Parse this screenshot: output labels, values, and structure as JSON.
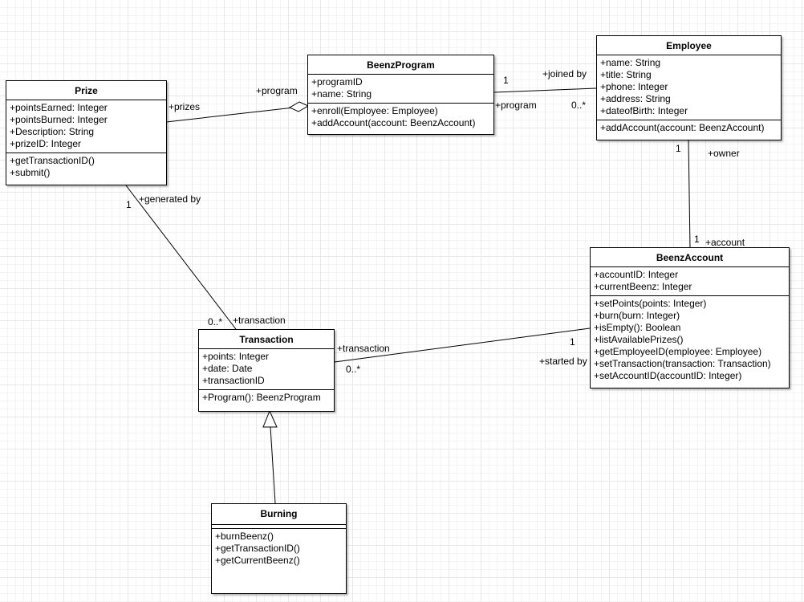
{
  "classes": {
    "beenz_program": {
      "name": "BeenzProgram",
      "attributes": [
        "+programID",
        "+name: String"
      ],
      "operations": [
        "+enroll(Employee: Employee)",
        "+addAccount(account: BeenzAccount)"
      ]
    },
    "employee": {
      "name": "Employee",
      "attributes": [
        "+name: String",
        "+title: String",
        "+phone: Integer",
        "+address: String",
        "+dateofBirth: Integer"
      ],
      "operations": [
        "+addAccount(account: BeenzAccount)"
      ]
    },
    "prize": {
      "name": "Prize",
      "attributes": [
        "+pointsEarned: Integer",
        "+pointsBurned: Integer",
        "+Description: String",
        "+prizeID: Integer"
      ],
      "operations": [
        "+getTransactionID()",
        "+submit()"
      ]
    },
    "beenz_account": {
      "name": "BeenzAccount",
      "attributes": [
        "+accountID: Integer",
        "+currentBeenz: Integer"
      ],
      "operations": [
        "+setPoints(points: Integer)",
        "+burn(burn: Integer)",
        "+isEmpty(): Boolean",
        "+listAvailablePrizes()",
        "+getEmployeeID(employee: Employee)",
        "+setTransaction(transaction: Transaction)",
        "+setAccountID(accountID: Integer)"
      ]
    },
    "transaction": {
      "name": "Transaction",
      "attributes": [
        "+points: Integer",
        "+date: Date",
        "+transactionID"
      ],
      "operations": [
        "+Program(): BeenzProgram"
      ]
    },
    "burning": {
      "name": "Burning",
      "attributes": [],
      "operations": [
        "+burnBeenz()",
        "+getTransactionID()",
        "+getCurrentBeenz()"
      ]
    }
  },
  "labels": {
    "prize_program_role_prizes": "+prizes",
    "prize_program_role_program": "+program",
    "program_employee_joined_by": "+joined by",
    "program_employee_mult_one": "1",
    "program_employee_role_program": "+program",
    "program_employee_mult_many": "0..*",
    "employee_account_mult_top": "1",
    "employee_account_owner": "+owner",
    "employee_account_mult_bottom": "1",
    "employee_account_account": "+account",
    "prize_transaction_generated_by": "+generated by",
    "prize_transaction_mult_one": "1",
    "prize_transaction_mult_many": "0..*",
    "prize_transaction_role_transaction": "+transaction",
    "transaction_account_role_transaction": "+transaction",
    "transaction_account_mult_many": "0..*",
    "transaction_account_mult_one": "1",
    "transaction_account_started_by": "+started by"
  }
}
